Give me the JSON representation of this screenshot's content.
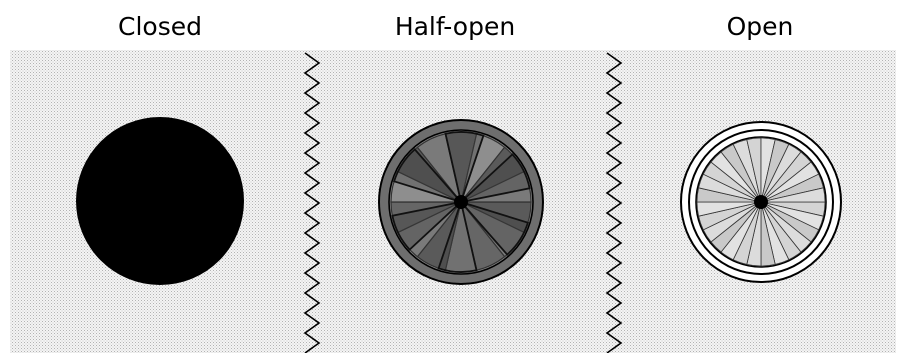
{
  "labels": {
    "closed": "Closed",
    "half_open": "Half-open",
    "open": "Open"
  },
  "colors": {
    "background_dot": "#b3b3b3",
    "closed_fill": "#000000",
    "half_outer": "#6e6e6e",
    "half_inner": "#8a8a8a",
    "open_inner": "#e6e6e6"
  }
}
